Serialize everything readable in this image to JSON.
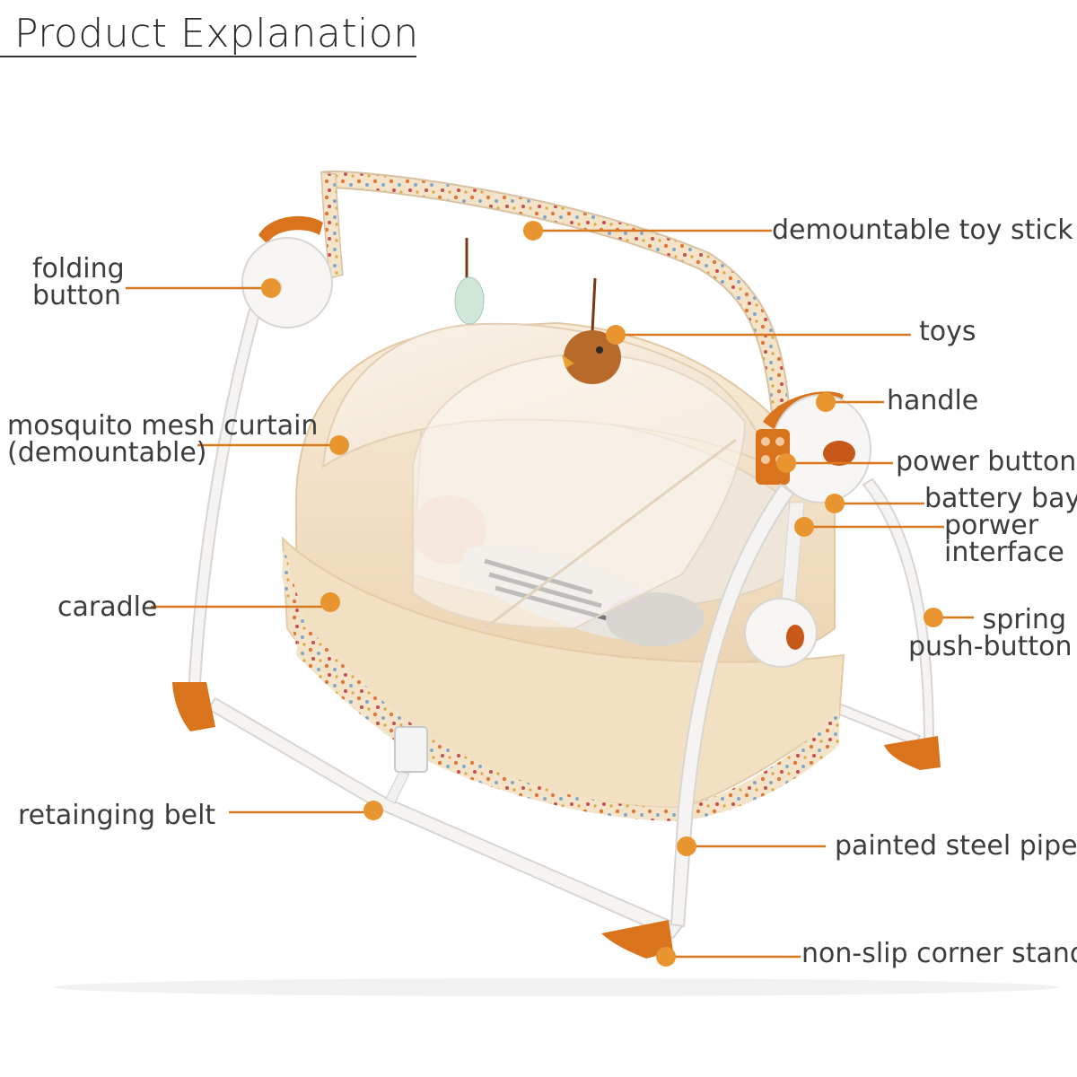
{
  "title": "Product Explanation",
  "colors": {
    "accent": "#E89530",
    "leader": "#D9781F",
    "frame": "#F4F2F0",
    "fabric": "#F4E4CC",
    "orange_part": "#D9731C"
  },
  "labels": {
    "toy_stick": "demountable toy stick",
    "folding_1": "folding",
    "folding_2": "button",
    "toys": "toys",
    "mesh_1": "mosquito mesh curtain",
    "mesh_2": "(demountable)",
    "handle": "handle",
    "power_button": "power button",
    "battery_bay": "battery bay",
    "power_interface_1": "porwer",
    "power_interface_2": "interface",
    "cradle": "caradle",
    "spring_1": "spring",
    "spring_2": "push-button",
    "belt": "retainging belt",
    "steel_pipe": "painted steel pipe",
    "corner_stand": "non-slip corner stand"
  }
}
